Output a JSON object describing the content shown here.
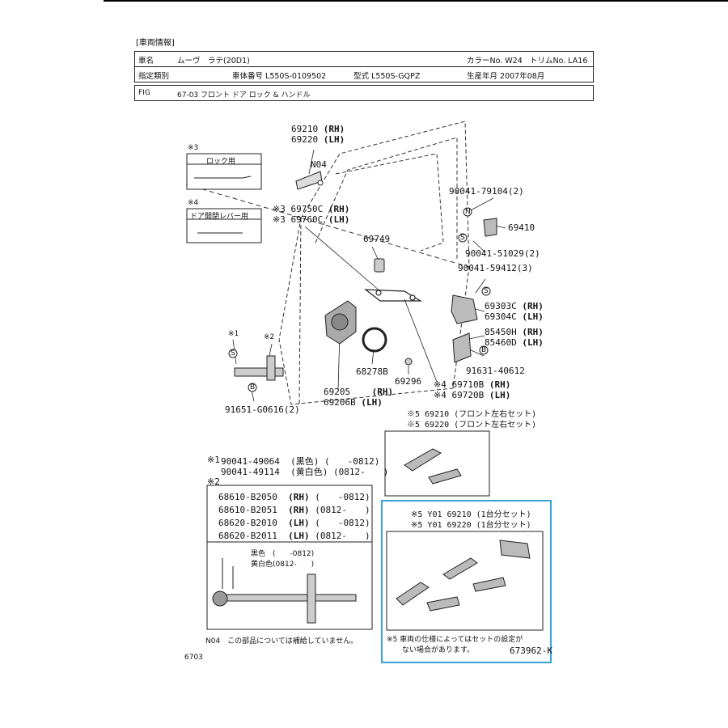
{
  "header": {
    "section_label": "[車両情報]",
    "row1": {
      "car_name_label": "車名",
      "car_name": "ムーヴ　ラテ(20D1)",
      "color": "カラーNo. W24",
      "trim": "トリムNo. LA16"
    },
    "row2": {
      "designation_label": "指定類別",
      "vin": "車体番号 L550S-0109502",
      "model": "型式 L550S-GQPZ",
      "production": "生産年月 2007年08月"
    },
    "fig": {
      "label": "FIG",
      "title": "67-03 フロント ドア ロック & ハンドル"
    }
  },
  "callouts": {
    "c3_box_label": "※3",
    "c3_box_title": "ロック用",
    "c4_box_label": "※4",
    "c4_box_title": "ドア開閉レバー用",
    "p69210": "69210",
    "p69220": "69220",
    "rh": "(RH)",
    "lh": "(LH)",
    "n04": "N04",
    "p69750c": "※3 69750C",
    "p69760c": "※3 69760C",
    "p69749": "69749",
    "p90041_79104": "90041-79104(2)",
    "p69410": "69410",
    "p90041_51029": "90041-51029(2)",
    "p90041_59412": "90041-59412(3)",
    "p69303c": "69303C",
    "p69304c": "69304C",
    "p85450h": "85450H",
    "p85460d": "85460D",
    "p91631": "91631-40612",
    "p68278b": "68278B",
    "p69296": "69296",
    "p69710b": "※4 69710B",
    "p69720b": "※4 69720B",
    "p69205": "69205",
    "p69206b": "69206B",
    "p91651": "91651-G0616(2)",
    "mark1": "※1",
    "mark2": "※2",
    "sym_s": "S",
    "sym_b": "B",
    "sym_n": "N"
  },
  "set_box": {
    "line1": "※5 69210 (フロント左右セット)",
    "line2": "※5 69220 (フロント左右セット)"
  },
  "ref1": {
    "mark": "※1",
    "rows": [
      {
        "pn": "90041-49064",
        "desc": "(黒色)",
        "range": "(　　-0812)"
      },
      {
        "pn": "90041-49114",
        "desc": "(黄白色)",
        "range": "(0812-　　)"
      }
    ]
  },
  "ref2": {
    "mark": "※2",
    "rows": [
      {
        "pn": "68610-B2050",
        "side": "(RH)",
        "range": "(　　-0812)"
      },
      {
        "pn": "68610-B2051",
        "side": "(RH)",
        "range": "(0812-　　)"
      },
      {
        "pn": "68620-B2010",
        "side": "(LH)",
        "range": "(　　-0812)"
      },
      {
        "pn": "68620-B2011",
        "side": "(LH)",
        "range": "(0812-　　)"
      }
    ],
    "color_black": "黒色　(　　-0812)",
    "color_yellow": "黄白色(0812-　　)"
  },
  "oneset": {
    "line1": "※5 Y01 69210 (1台分セット)",
    "line2": "※5 Y01 69220 (1台分セット)",
    "note1": "※5 車両の仕様によってはセットの設定が",
    "note2": "ない場合があります。",
    "code": "673962-K"
  },
  "footer": {
    "n04_note": "N04　この部品については補給していません。",
    "page_code": "6703"
  }
}
